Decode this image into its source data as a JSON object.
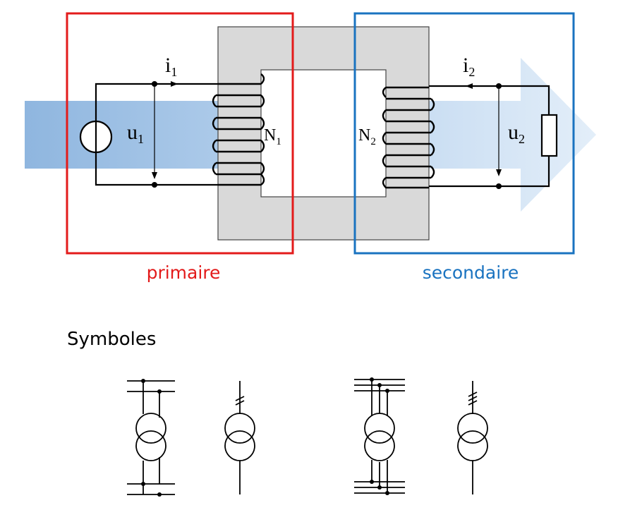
{
  "labels": {
    "primary": "primaire",
    "secondary": "secondaire",
    "symbols_heading": "Symboles"
  },
  "circuit": {
    "i1": {
      "base": "i",
      "sub": "1"
    },
    "u1": {
      "base": "u",
      "sub": "1"
    },
    "N1": {
      "base": "N",
      "sub": "1"
    },
    "N2": {
      "base": "N",
      "sub": "2"
    },
    "i2": {
      "base": "i",
      "sub": "2"
    },
    "u2": {
      "base": "u",
      "sub": "2"
    }
  },
  "colors": {
    "primary": "#e31b1b",
    "secondary": "#1a73c0",
    "core": "#d9d9d9",
    "flow_arrow": "#a9c8e8"
  },
  "icons": [
    "voltage-source-icon",
    "resistor-load-icon",
    "transformer-symbol-icon"
  ]
}
